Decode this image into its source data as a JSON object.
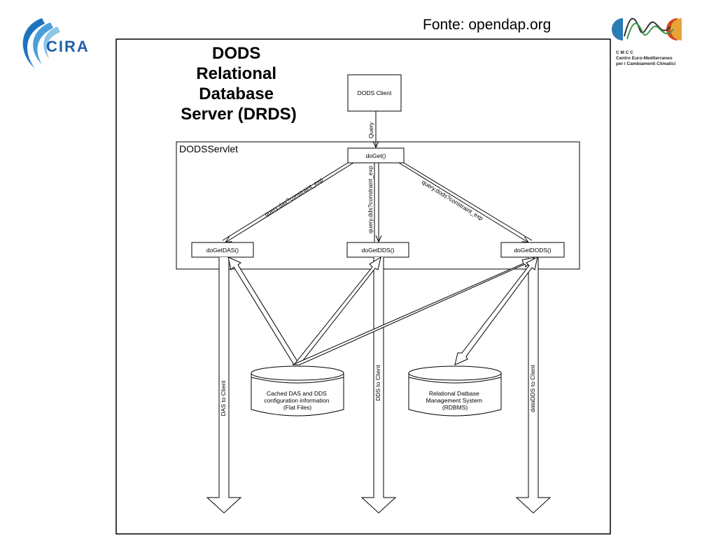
{
  "header": {
    "source_label": "Fonte: opendap.org",
    "cira_logo_text": "CIRA",
    "cmcc_abbrev": "C M C C",
    "cmcc_line1": "Centro Euro-Mediterraneo",
    "cmcc_line2": "per i Cambiamenti Climatici"
  },
  "diagram": {
    "title_lines": [
      "DODS",
      "Relational",
      "Database",
      "Server (DRDS)"
    ],
    "servlet_label": "DODSServlet",
    "nodes": {
      "client": "DODS Client",
      "doget": "doGet()",
      "das": "doGetDAS()",
      "dds": "doGetDDS()",
      "dods": "doGetDODS()"
    },
    "edges": {
      "query": "Query",
      "das_query": "query.das?constraint_exp",
      "dds_query": "query.dds?constraint_exp",
      "dods_query": "query.dods?constraint_exp",
      "das_out": "DAS to Client",
      "dds_out": "DDS to Client",
      "dods_out": "dataDDS to Client"
    },
    "stores": {
      "cache_lines": [
        "Cached DAS and DDS",
        "configuration information",
        "(Flat Files)"
      ],
      "rdbms_lines": [
        "Relational Datbase",
        "Management System",
        "(RDBMS)"
      ]
    }
  }
}
